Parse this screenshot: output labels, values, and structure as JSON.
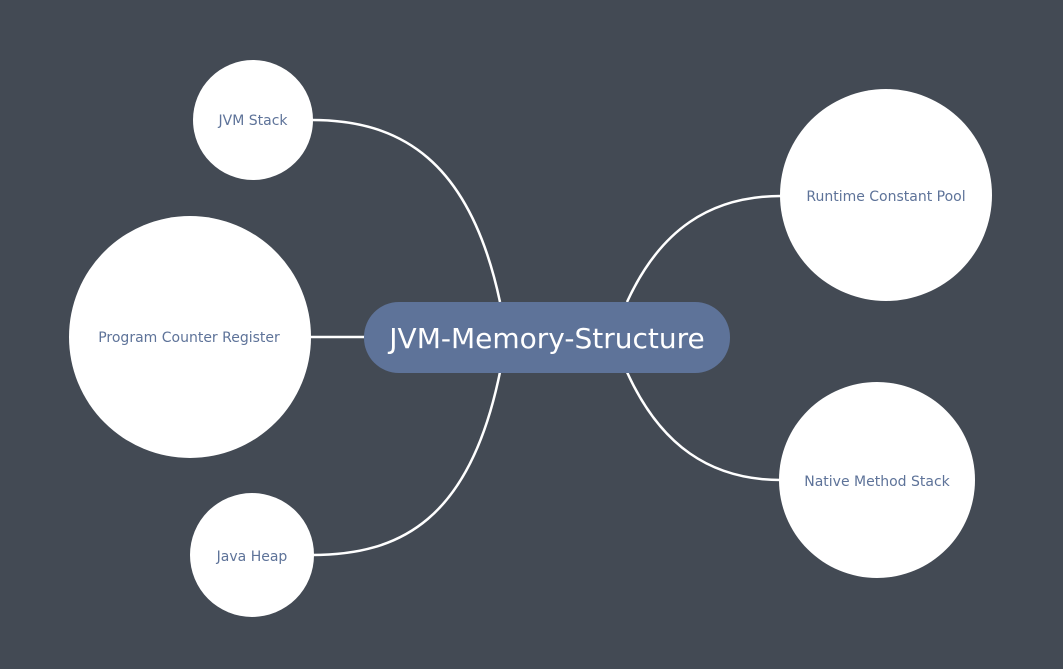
{
  "colors": {
    "background": "#434a54",
    "center_fill": "#5e7399",
    "center_text": "#ffffff",
    "node_fill": "#ffffff",
    "node_text": "#5e7399",
    "connector": "#ffffff"
  },
  "diagram": {
    "center": {
      "label": "JVM-Memory-Structure"
    },
    "nodes": [
      {
        "id": "jvm-stack",
        "label": "JVM Stack",
        "side": "left"
      },
      {
        "id": "program-counter-register",
        "label": "Program Counter Register",
        "side": "left"
      },
      {
        "id": "java-heap",
        "label": "Java Heap",
        "side": "left"
      },
      {
        "id": "runtime-constant-pool",
        "label": "Runtime Constant Pool",
        "side": "right"
      },
      {
        "id": "native-method-stack",
        "label": "Native Method Stack",
        "side": "right"
      }
    ]
  }
}
